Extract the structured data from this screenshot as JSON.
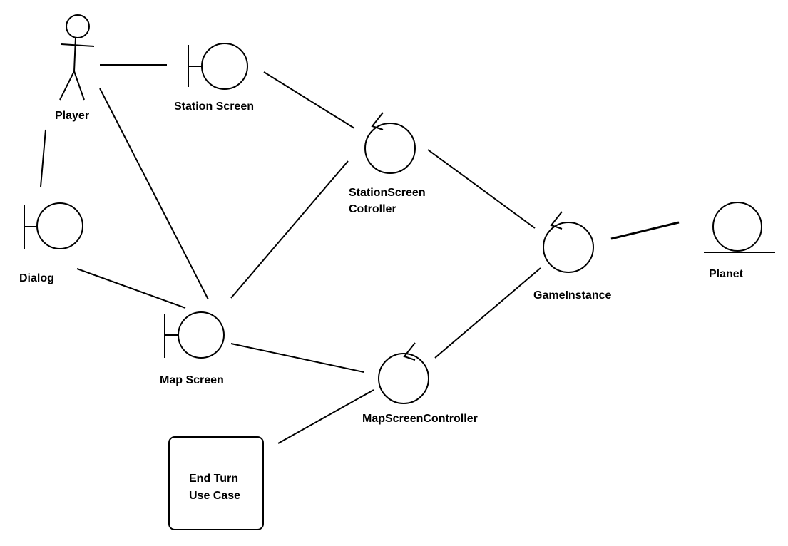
{
  "diagram": {
    "type": "robustness-diagram",
    "colors": {
      "stroke": "#000000",
      "background": "#ffffff",
      "text": "#000000"
    },
    "actors": [
      {
        "id": "player",
        "label": "Player",
        "icon": "stick-figure-actor-icon"
      }
    ],
    "boundaries": [
      {
        "id": "station_screen",
        "label": "Station Screen",
        "icon": "boundary-icon"
      },
      {
        "id": "dialog",
        "label": "Dialog",
        "icon": "boundary-icon"
      },
      {
        "id": "map_screen",
        "label": "Map Screen",
        "icon": "boundary-icon"
      }
    ],
    "controllers": [
      {
        "id": "station_screen_controller",
        "label_line1": "StationScreen",
        "label_line2": "Cotroller",
        "icon": "controller-icon"
      },
      {
        "id": "game_instance",
        "label": "GameInstance",
        "icon": "controller-icon"
      },
      {
        "id": "map_screen_controller",
        "label": "MapScreenController",
        "icon": "controller-icon"
      }
    ],
    "entities": [
      {
        "id": "planet",
        "label": "Planet",
        "icon": "entity-icon"
      }
    ],
    "use_case_box": {
      "label_line1": "End Turn",
      "label_line2": "Use Case"
    },
    "connections": [
      [
        "player",
        "station_screen"
      ],
      [
        "player",
        "dialog"
      ],
      [
        "player",
        "map_screen"
      ],
      [
        "station_screen",
        "station_screen_controller"
      ],
      [
        "dialog",
        "map_screen"
      ],
      [
        "map_screen",
        "station_screen_controller"
      ],
      [
        "map_screen",
        "map_screen_controller"
      ],
      [
        "station_screen_controller",
        "game_instance"
      ],
      [
        "map_screen_controller",
        "game_instance"
      ],
      [
        "game_instance",
        "planet"
      ],
      [
        "map_screen_controller",
        "use_case_box"
      ]
    ]
  }
}
